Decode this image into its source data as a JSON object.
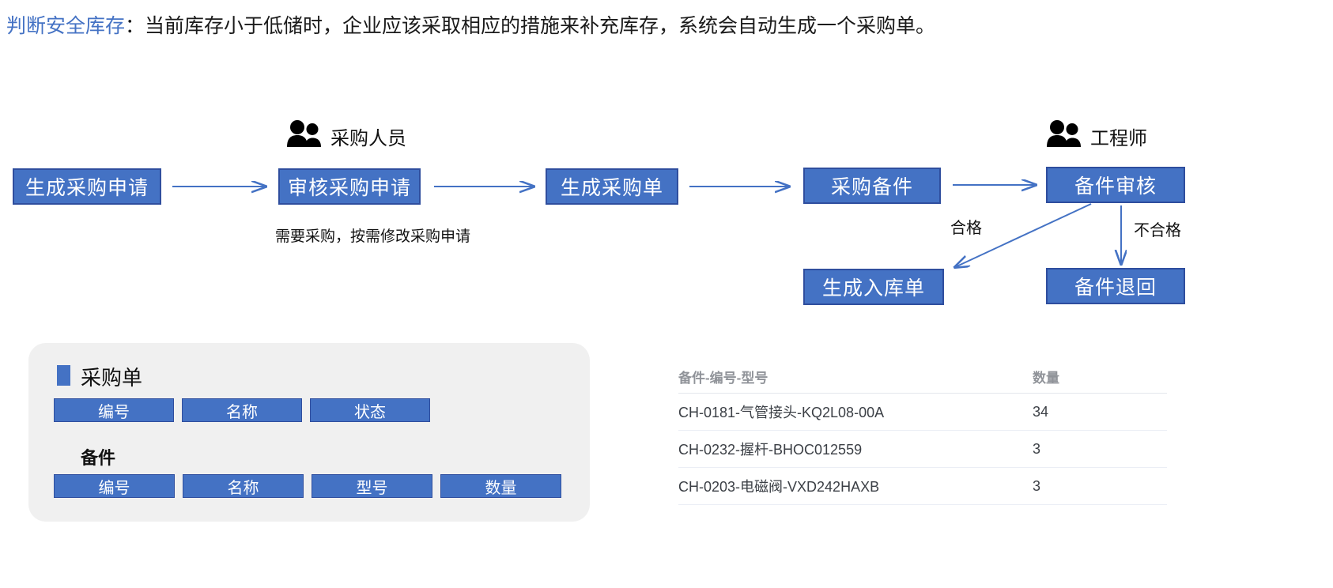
{
  "title": {
    "highlight": "判断安全库存",
    "rest": "：当前库存小于低储时，企业应该采取相应的措施来补充库存，系统会自动生成一个采购单。",
    "highlight_color": "#4472C4"
  },
  "flow": {
    "node_fill": "#4472C4",
    "node_border": "#2F4E9E",
    "arrow_color": "#4472C4",
    "nodes": [
      {
        "id": "create-request",
        "label": "生成采购申请"
      },
      {
        "id": "review-request",
        "label": "审核采购申请"
      },
      {
        "id": "create-order",
        "label": "生成采购单"
      },
      {
        "id": "purchase-parts",
        "label": "采购备件"
      },
      {
        "id": "parts-review",
        "label": "备件审核"
      },
      {
        "id": "create-inbound",
        "label": "生成入库单"
      },
      {
        "id": "parts-return",
        "label": "备件退回"
      }
    ],
    "roles": [
      {
        "id": "buyer",
        "label": "采购人员"
      },
      {
        "id": "engineer",
        "label": "工程师"
      }
    ],
    "edge_labels": [
      {
        "id": "pass",
        "label": "合格"
      },
      {
        "id": "fail",
        "label": "不合格"
      }
    ],
    "captions": [
      {
        "id": "review-note",
        "label": "需要采购，按需修改采购申请"
      }
    ]
  },
  "order_card": {
    "bg": "#F0F0F0",
    "bullet_color": "#4472C4",
    "title": "采购单",
    "order_fields": [
      "编号",
      "名称",
      "状态"
    ],
    "parts_section_title": "备件",
    "parts_fields": [
      "编号",
      "名称",
      "型号",
      "数量"
    ]
  },
  "parts_table": {
    "headers": [
      "备件-编号-型号",
      "数量"
    ],
    "rows": [
      {
        "name": "CH-0181-气管接头-KQ2L08-00A",
        "qty": "34"
      },
      {
        "name": "CH-0232-握杆-BHOC012559",
        "qty": "3"
      },
      {
        "name": "CH-0203-电磁阀-VXD242HAXB",
        "qty": "3"
      }
    ]
  }
}
